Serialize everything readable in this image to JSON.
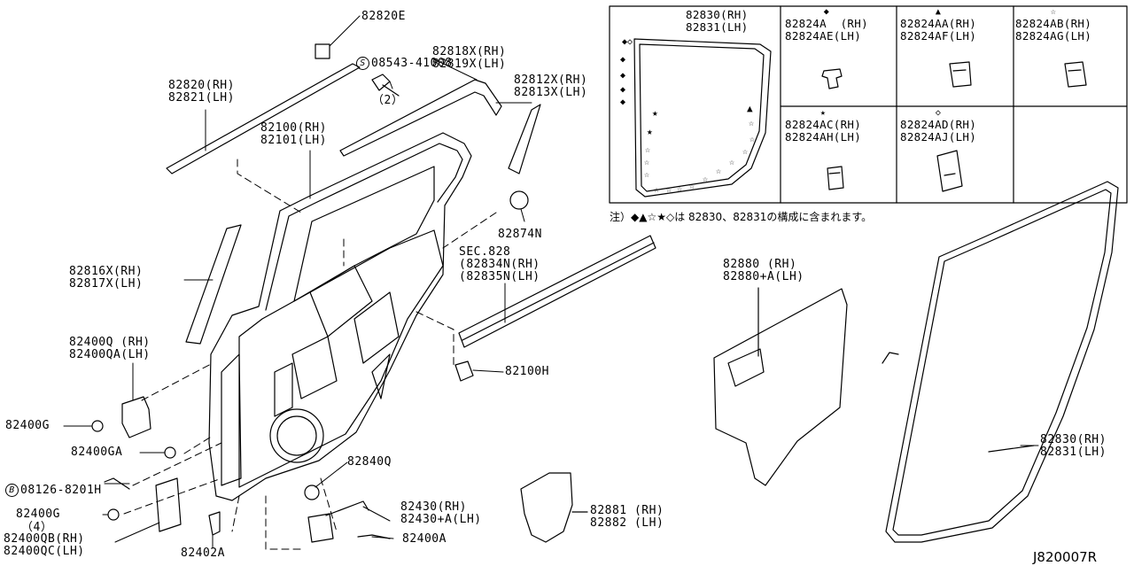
{
  "callouts": [
    {
      "id": "82820E",
      "lines": [
        "82820E"
      ]
    },
    {
      "id": "08543",
      "prefix": "S",
      "lines": [
        "08543-41008",
        "（2）"
      ]
    },
    {
      "id": "82818X",
      "lines": [
        "82818X(RH)",
        "82819X(LH)"
      ]
    },
    {
      "id": "82820",
      "lines": [
        "82820(RH)",
        "82821(LH)"
      ]
    },
    {
      "id": "82812X",
      "lines": [
        "82812X(RH)",
        "82813X(LH)"
      ]
    },
    {
      "id": "82100",
      "lines": [
        "82100(RH)",
        "82101(LH)"
      ]
    },
    {
      "id": "82874N",
      "lines": [
        "82874N"
      ]
    },
    {
      "id": "sec828",
      "lines": [
        "SEC.828",
        "(82834N(RH)",
        "(82835N(LH)"
      ]
    },
    {
      "id": "82816X",
      "lines": [
        "82816X(RH)",
        "82817X(LH)"
      ]
    },
    {
      "id": "82400Q",
      "lines": [
        "82400Q (RH)",
        "82400QA(LH)"
      ]
    },
    {
      "id": "82400G_1",
      "lines": [
        "82400G"
      ]
    },
    {
      "id": "82400GA",
      "lines": [
        "82400GA"
      ]
    },
    {
      "id": "08126",
      "prefix": "B",
      "lines": [
        "08126-8201H",
        "（4）"
      ]
    },
    {
      "id": "82400G_2",
      "lines": [
        "82400G"
      ]
    },
    {
      "id": "82400QB",
      "lines": [
        "82400QB(RH)",
        "82400QC(LH)"
      ]
    },
    {
      "id": "82402A",
      "lines": [
        "82402A"
      ]
    },
    {
      "id": "82840Q",
      "lines": [
        "82840Q"
      ]
    },
    {
      "id": "82430",
      "lines": [
        "82430(RH)",
        "82430+A(LH)"
      ]
    },
    {
      "id": "82400A",
      "lines": [
        "82400A"
      ]
    },
    {
      "id": "82100H",
      "lines": [
        "82100H"
      ]
    },
    {
      "id": "82881",
      "lines": [
        "82881 (RH)",
        "82882 (LH)"
      ]
    },
    {
      "id": "82880",
      "lines": [
        "82880 (RH)",
        "82880+A(LH)"
      ]
    },
    {
      "id": "82830b",
      "lines": [
        "82830(RH)",
        "82831(LH)"
      ]
    }
  ],
  "inset": {
    "main": [
      "82830(RH)",
      "82831(LH)"
    ],
    "cells": [
      {
        "symbol": "◆",
        "lines": [
          "82824A  (RH)",
          "82824AE(LH)"
        ]
      },
      {
        "symbol": "▲",
        "lines": [
          "82824AA(RH)",
          "82824AF(LH)"
        ]
      },
      {
        "symbol": "☆",
        "lines": [
          "82824AB(RH)",
          "82824AG(LH)"
        ]
      },
      {
        "symbol": "★",
        "lines": [
          "82824AC(RH)",
          "82824AH(LH)"
        ]
      },
      {
        "symbol": "◇",
        "lines": [
          "82824AD(RH)",
          "82824AJ(LH)"
        ]
      }
    ],
    "note": "注）◆▲☆★◇は 82830、82831の構成に含まれます。"
  },
  "reference": "J820007R"
}
